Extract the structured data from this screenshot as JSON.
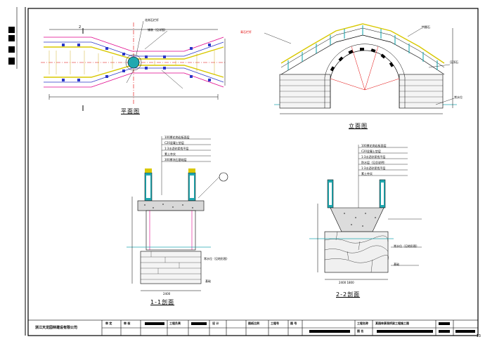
{
  "drawing": {
    "views": {
      "plan": {
        "title": "平面图"
      },
      "elevation": {
        "title": "立面图"
      },
      "section_1_1": {
        "title": "1-1剖面"
      },
      "section_2_2": {
        "title": "2-2剖面"
      }
    },
    "plan_labels": {
      "handrail": "花岗石栏杆",
      "paving": "铺装（见详图）",
      "section_mark": "2"
    },
    "elevation_labels": {
      "stone_rail": "青石栏杆",
      "arch_stone": "拱圈石",
      "wall": "压顶石",
      "water_level": "常水位"
    },
    "section1_layers": [
      "100厚花岗岩板面层",
      "C20混凝土垫层",
      "1:3水泥砂浆找平层",
      "素土夯实",
      "300厚块石基础层"
    ],
    "section2_layers": [
      "100厚花岗岩板面层",
      "C20混凝土垫层",
      "1:3水泥砂浆找平层",
      "防水层（见总说明）",
      "1:3水泥砂浆找平层",
      "素土夯实"
    ],
    "section_dims": {
      "s1_width": "2400",
      "s2_width": "2400 1800"
    },
    "water_note": "常水位（见地形图）",
    "foundation_note": "基础"
  },
  "title_block": {
    "company": "浙江天龙园林建设有限公司",
    "cells": [
      "审 定",
      "审 核",
      "",
      "工程负责",
      "",
      "设 计",
      "",
      "图纸比例",
      "工程号",
      "图 号"
    ],
    "project_label": "工程名称",
    "project_name": "某园林景观桥梁工程施工图",
    "drawing_label": "图 名",
    "sheet_no": "13"
  }
}
